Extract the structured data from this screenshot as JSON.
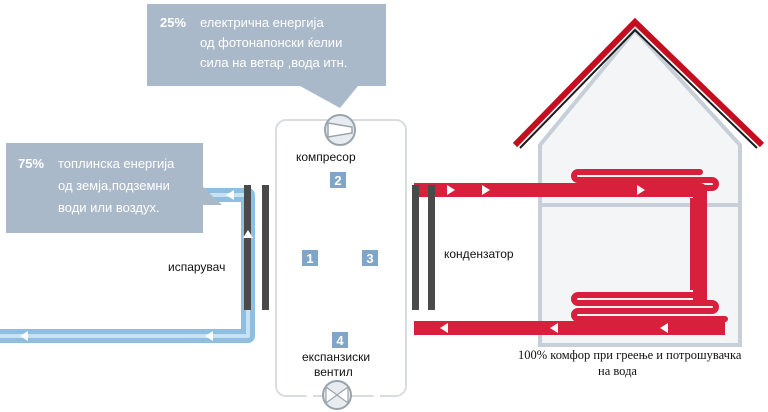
{
  "callout_top": {
    "percent": "25%",
    "line1": "електрична енергија",
    "line2": "од фотонапонски ќелии",
    "line3": "сила на ветар ,вода итн."
  },
  "callout_left": {
    "percent": "75%",
    "line1": "топлинска енергија",
    "line2": "од земја,подземни",
    "line3": "води или воздух."
  },
  "labels": {
    "compressor": "компресор",
    "evaporator": "испарувач",
    "condenser": "кондензатор",
    "expansion_line1": "експанзиски",
    "expansion_line2": "вентил",
    "comfort_line1": "100% комфор при греење и потрошувачка",
    "comfort_line2": "на вода"
  },
  "steps": [
    "1",
    "2",
    "3",
    "4"
  ],
  "colors": {
    "callout_bg": "#aab9c9",
    "cold_pipe": "#8fbfe0",
    "warm_pipe": "#d8203c",
    "mid_pipe": "#9b2b6a",
    "exchanger": "#4a4a4a",
    "house_roof": "#c40d1e",
    "house_wall": "#c7cfd8",
    "step_box": "#7fa6c9"
  }
}
